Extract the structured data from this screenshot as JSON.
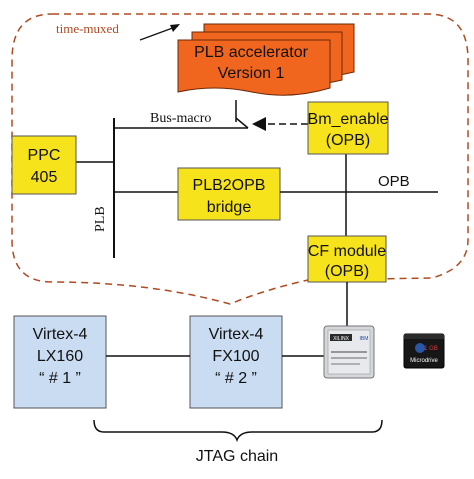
{
  "annotation": {
    "time_muxed": "time-muxed"
  },
  "accelerator": {
    "line1": "PLB accelerator",
    "line2": "Version 1"
  },
  "labels": {
    "bus_macro": "Bus-macro",
    "plb": "PLB",
    "opb": "OPB",
    "jtag_chain": "JTAG chain"
  },
  "boxes": {
    "ppc": {
      "line1": "PPC",
      "line2": "405"
    },
    "plb2opb": {
      "line1": "PLB2OPB",
      "line2": "bridge"
    },
    "bm_enable": {
      "line1": "Bm_enable",
      "line2": "(OPB)"
    },
    "cf_module": {
      "line1": "CF module",
      "line2": "(OPB)"
    }
  },
  "fpgas": [
    {
      "line1": "Virtex-4",
      "line2": "LX160",
      "line3": "“ # 1 ”"
    },
    {
      "line1": "Virtex-4",
      "line2": "FX100",
      "line3": "“ # 2 ”"
    }
  ],
  "chip": {
    "brand": "XILINX",
    "ibm": "IBM"
  },
  "media": {
    "line1": "1 GB",
    "line2": "Microdrive"
  },
  "colors": {
    "accelerator_fill": "#f0661e",
    "box_fill": "#f6e31c",
    "fpga_fill": "#c9dcf2",
    "dashed_outline": "#b04a22",
    "line": "#111111"
  }
}
